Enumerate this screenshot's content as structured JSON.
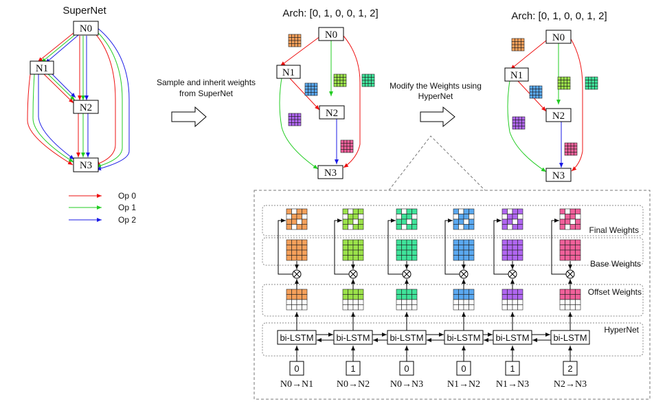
{
  "titles": {
    "supernet": "SuperNet",
    "arch_left": "Arch: [0, 1, 0, 0, 1, 2]",
    "arch_right": "Arch: [0, 1, 0, 0, 1, 2]"
  },
  "nodes": [
    "N0",
    "N1",
    "N2",
    "N3"
  ],
  "steps": {
    "sample_line1": "Sample and inherit weights",
    "sample_line2": "from SuperNet",
    "modify_line1": "Modify the Weights using",
    "modify_line2": "HyperNet"
  },
  "legend": [
    {
      "label": "Op 0",
      "color": "#ee1111"
    },
    {
      "label": "Op 1",
      "color": "#22cc22"
    },
    {
      "label": "Op 2",
      "color": "#1a1ae6"
    }
  ],
  "panel": {
    "final_weights": "Final Weights",
    "base_weights": "Base Weights",
    "offset_weights": "Offset Weights",
    "hypernet": "HyperNet",
    "lstm_label": "bi-LSTM",
    "ops": [
      "0",
      "1",
      "0",
      "0",
      "1",
      "2"
    ],
    "edges": [
      "N0→N1",
      "N0→N2",
      "N0→N3",
      "N1→N2",
      "N1→N3",
      "N2→N3"
    ]
  },
  "colors": {
    "weight_colors": [
      "#f5a05a",
      "#9be24a",
      "#3fe39a",
      "#5aa8f0",
      "#b066f0",
      "#f0609a"
    ]
  }
}
